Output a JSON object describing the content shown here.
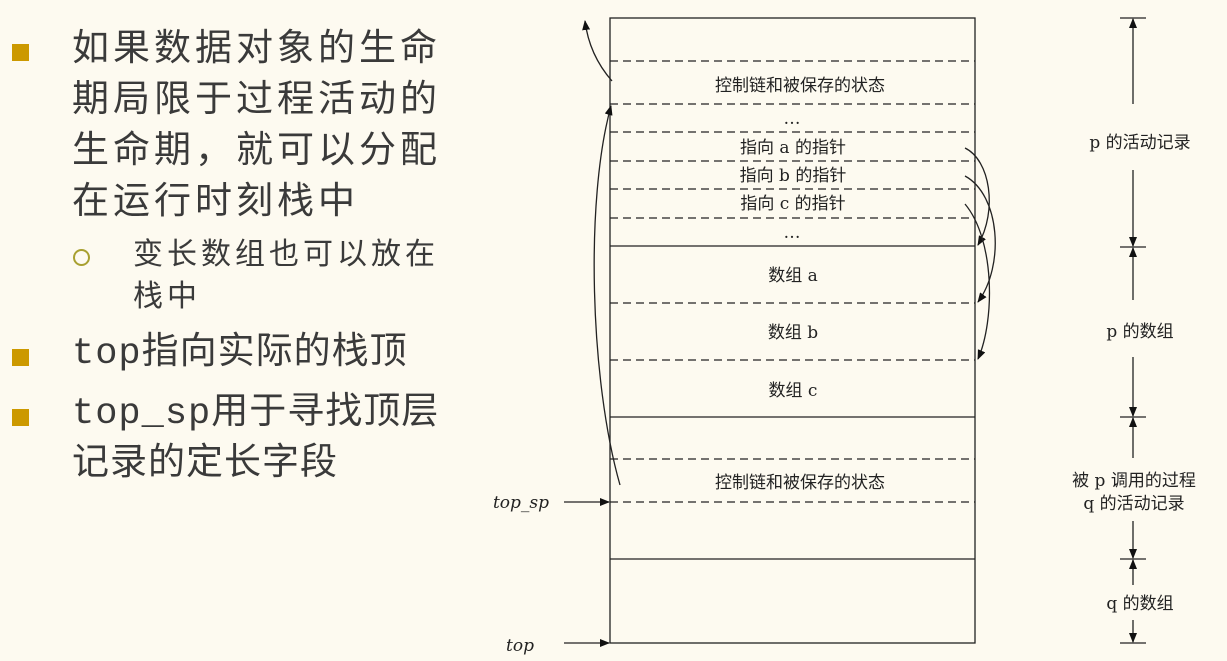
{
  "bullets": [
    {
      "text": "如果数据对象的生命期局限于过程活动的生命期，就可以分配在运行时刻栈中",
      "sub": [
        {
          "text": "变长数组也可以放在栈中"
        }
      ]
    },
    {
      "text": "top指向实际的栈顶"
    },
    {
      "text": "top_sp用于寻找顶层记录的定长字段"
    }
  ],
  "diagram": {
    "cells": {
      "control_link_p": "控制链和被保存的状态",
      "ellipsis_1": "…",
      "ptr_a": "指向 a 的指针",
      "ptr_b": "指向 b 的指针",
      "ptr_c": "指向 c 的指针",
      "ellipsis_2": "…",
      "array_a": "数组 a",
      "array_b": "数组 b",
      "array_c": "数组 c",
      "control_link_q": "控制链和被保存的状态"
    },
    "pointers": {
      "top_sp": "top_sp",
      "top": "top"
    },
    "dimensions": {
      "p_record": "p 的活动记录",
      "p_arrays": "p 的数组",
      "q_record_line1": "被 p 调用的过程",
      "q_record_line2": "q 的活动记录",
      "q_arrays": "q 的数组"
    }
  }
}
